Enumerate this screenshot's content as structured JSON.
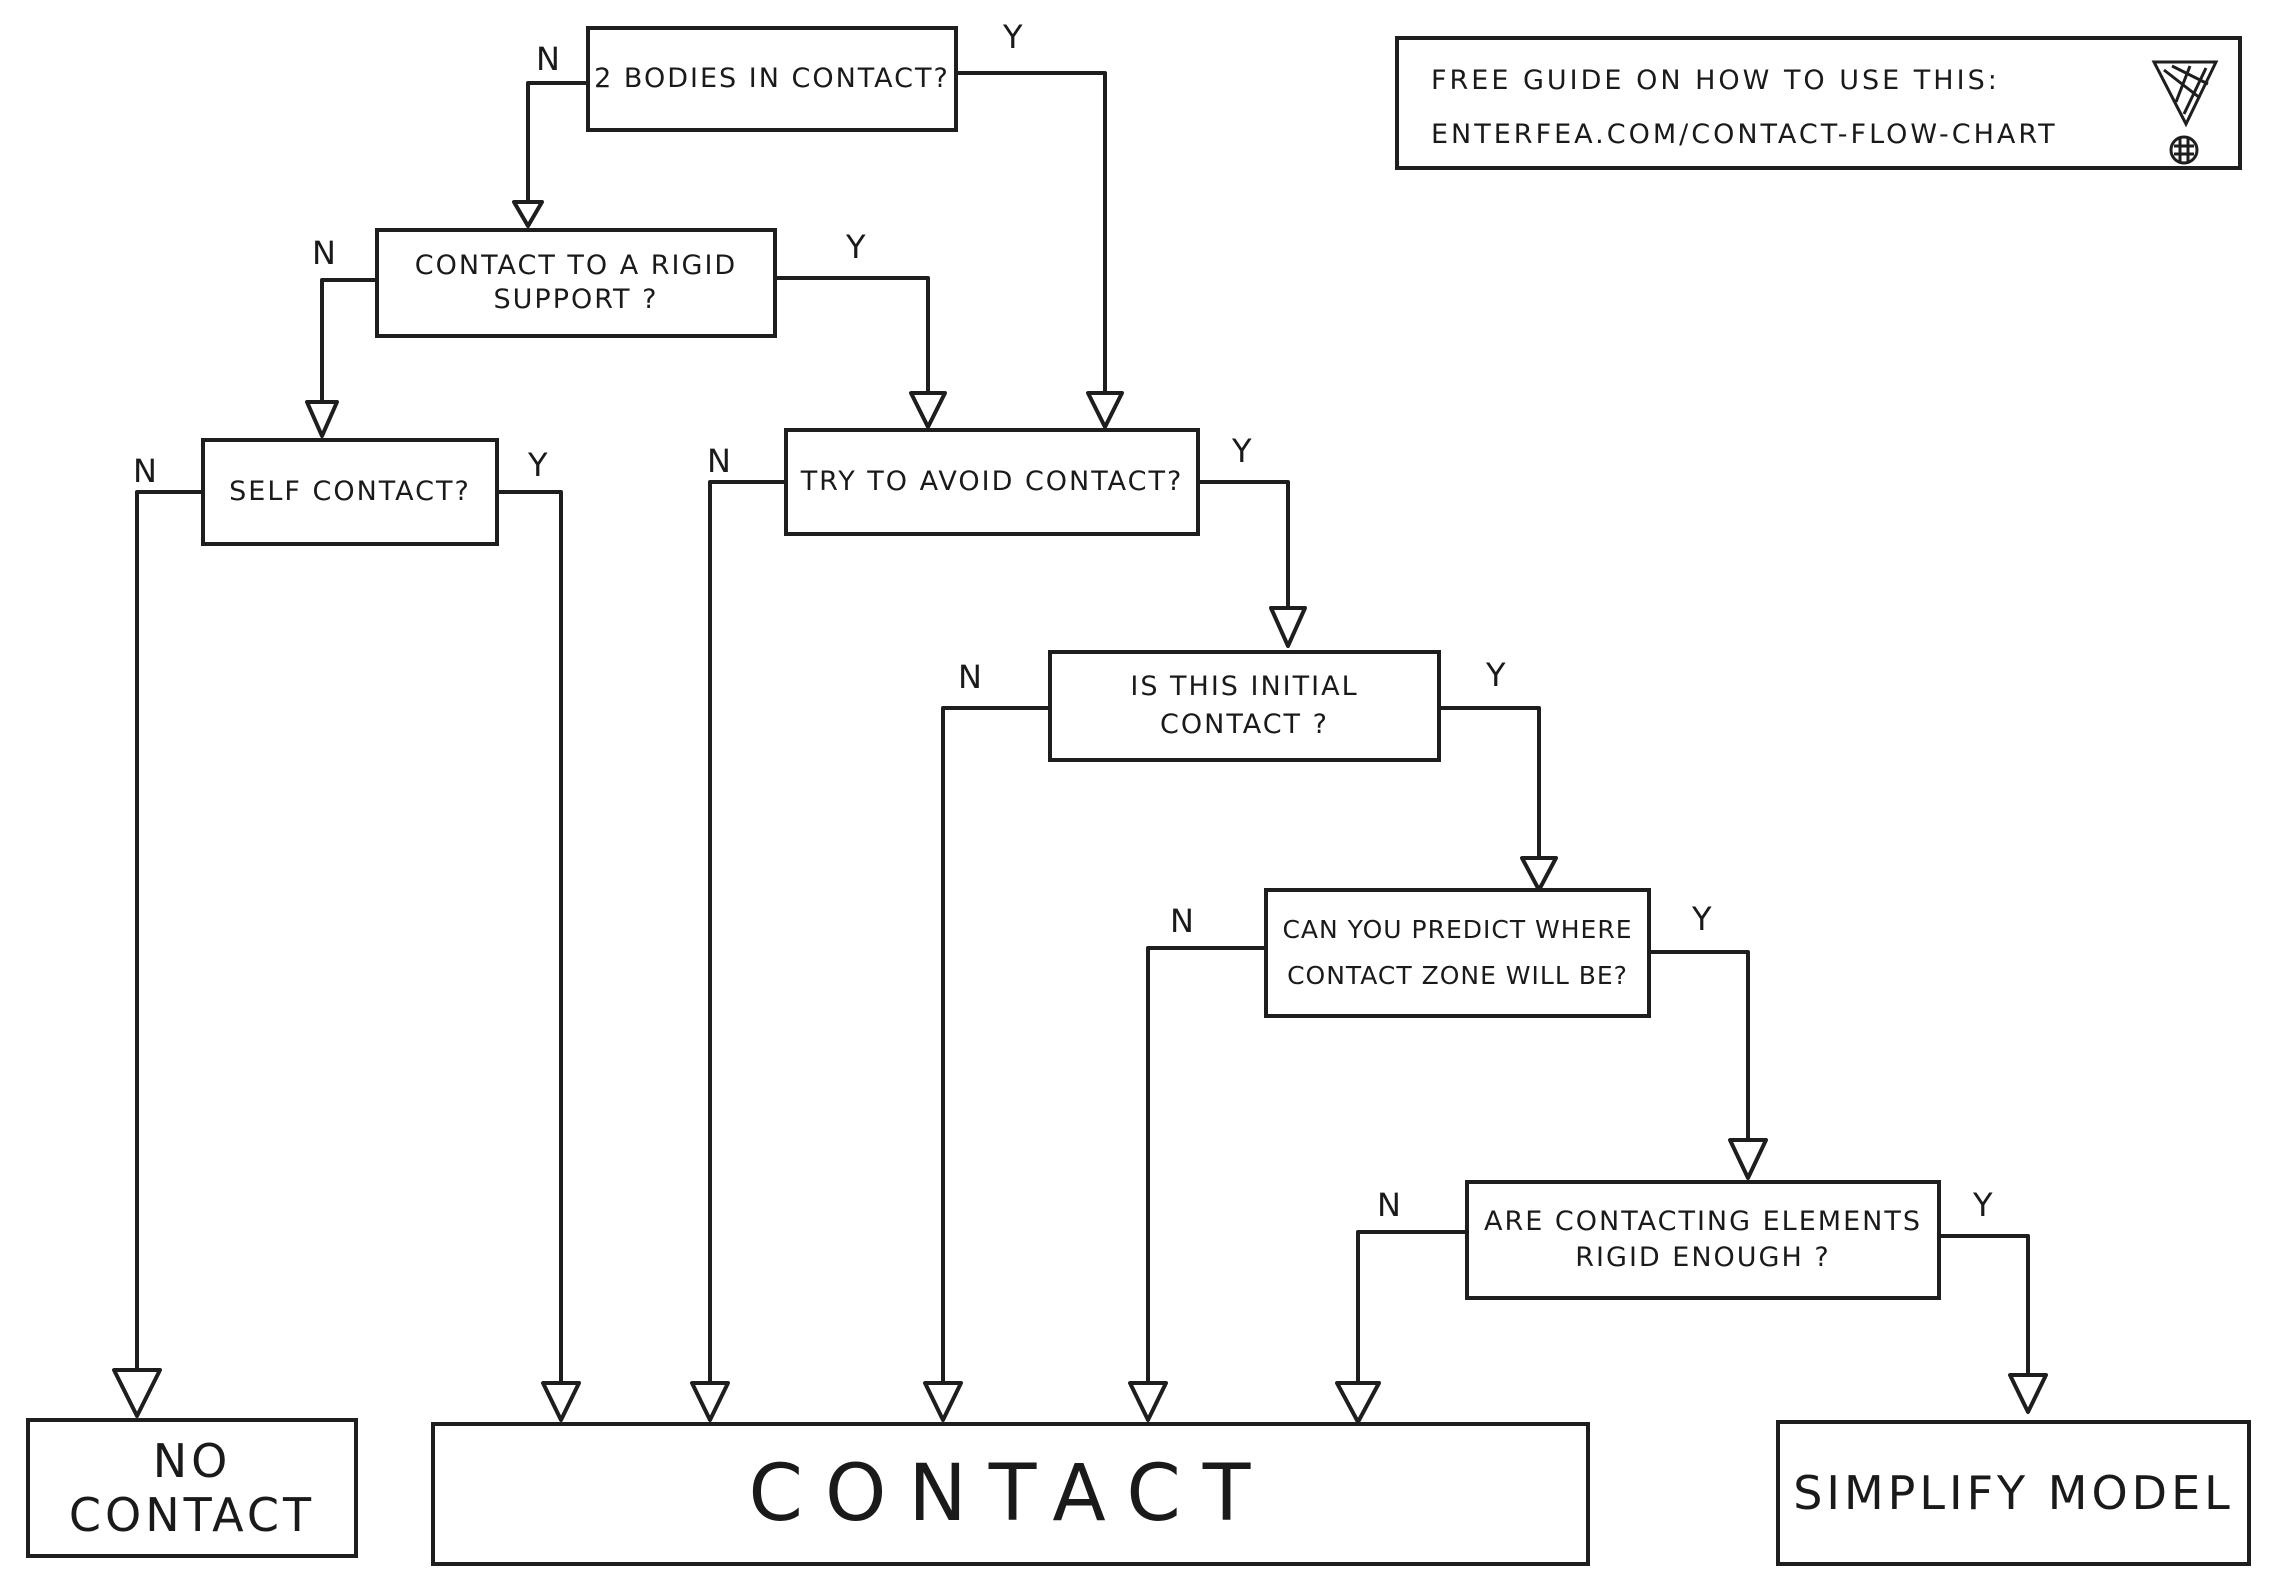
{
  "questions": {
    "q1": "2 Bodies in contact?",
    "q2_line1": "Contact to a rigid",
    "q2_line2": "support ?",
    "q3": "Self contact?",
    "q4": "Try to avoid contact?",
    "q5_line1": "Is this initial",
    "q5_line2": "contact ?",
    "q6_line1": "Can you predict where",
    "q6_line2": "contact zone will be?",
    "q7_line1": "Are contacting elements",
    "q7_line2": "rigid enough ?"
  },
  "outcomes": {
    "no_contact": "No contact",
    "contact": "CONTACT",
    "simplify": "Simplify model"
  },
  "branch_labels": {
    "yes": "Y",
    "no": "N"
  },
  "note": {
    "line1": "Free guide on how to use this:",
    "line2": "enterfea.com/contact-flow-chart",
    "icon": "exclamation-icon"
  },
  "colors": {
    "ink": "#1e1e1e",
    "paper": "#ffffff"
  }
}
